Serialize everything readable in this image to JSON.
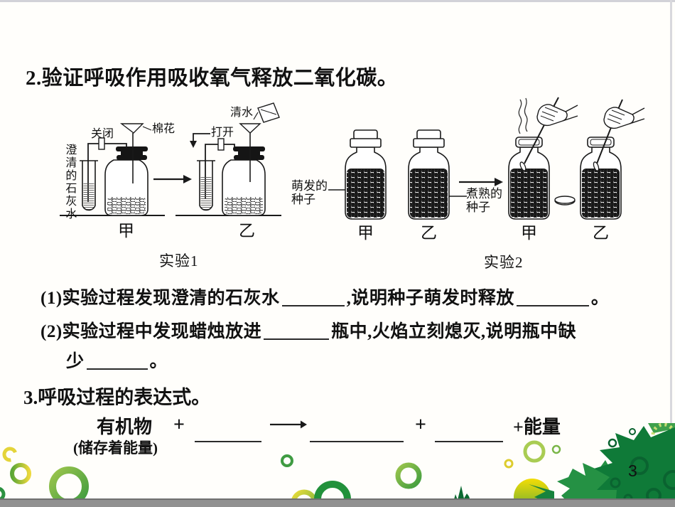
{
  "page": {
    "number": "3",
    "colors": {
      "leaf_dark": "#0f7a38",
      "leaf_mid": "#259144",
      "ring_green": "#4d9f3e",
      "ring_yellow": "#e8d53a",
      "bottom_bar": "#919191"
    }
  },
  "title": "2.验证呼吸作用吸收氧气释放二氧化碳。",
  "experiment1": {
    "caption": "实验1",
    "limewater_label": "澄清的石灰水",
    "valve_closed_label": "关闭",
    "cotton_label": "棉花",
    "valve_open_label": "打开",
    "water_label": "清水",
    "jar_left_label": "甲",
    "jar_right_label": "乙"
  },
  "experiment2": {
    "caption": "实验2",
    "germinating_label_line1": "萌发的",
    "germinating_label_line2": "种子",
    "cooked_label_line1": "煮熟的",
    "cooked_label_line2": "种子",
    "jar_labels": [
      "甲",
      "乙",
      "甲",
      "乙"
    ]
  },
  "questions": {
    "q1": {
      "prefix": "(1)实验过程发现澄清的石灰水",
      "mid": ",说明种子萌发时释放",
      "suffix": "。"
    },
    "q2": {
      "prefix": "(2)实验过程中发现蜡烛放进",
      "mid": "瓶中,火焰立刻熄灭,说明瓶中缺",
      "line2_prefix": "少",
      "suffix": "。"
    }
  },
  "section3": {
    "heading": "3.呼吸过程的表达式。",
    "reactant": "有机物",
    "reactant_note": "(储存着能量)",
    "plus1": "+",
    "plus2": "+",
    "plus_energy": "+能量"
  }
}
